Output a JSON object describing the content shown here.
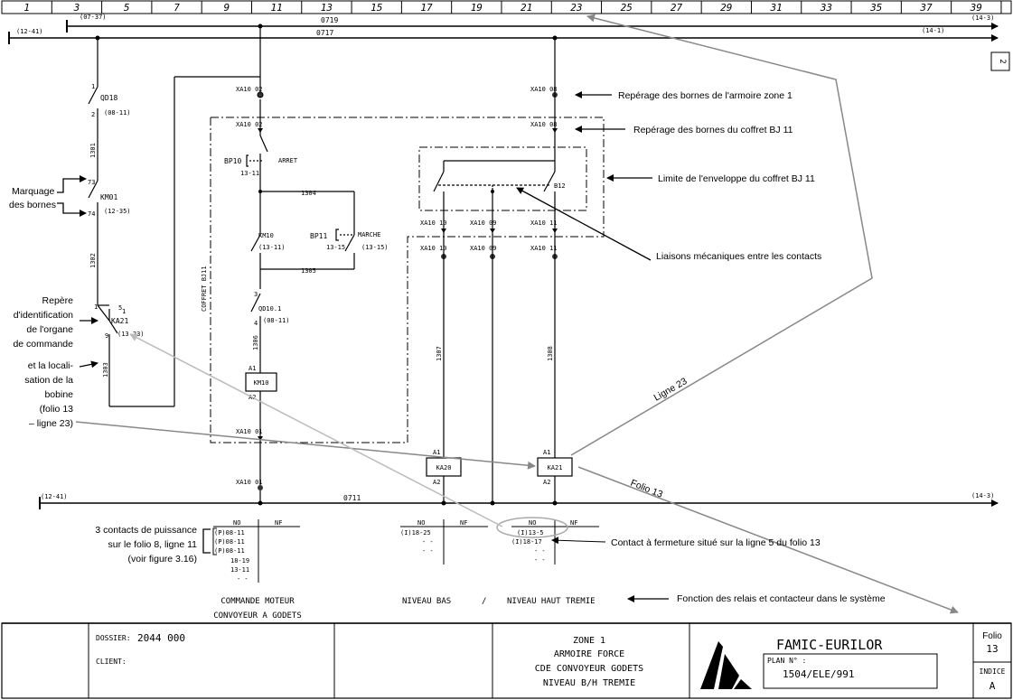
{
  "columns": [
    "1",
    "3",
    "5",
    "7",
    "9",
    "11",
    "13",
    "15",
    "17",
    "19",
    "21",
    "23",
    "25",
    "27",
    "29",
    "31",
    "33",
    "35",
    "37",
    "39"
  ],
  "side_tab": "2",
  "buses": {
    "b0719": {
      "label": "0719",
      "left": "(07-37)",
      "right": "(14-3)"
    },
    "b0717": {
      "label": "0717",
      "left": "(12-41)",
      "right": "(14-1)"
    },
    "b0711": {
      "label": "0711",
      "left": "(12-41)",
      "right": "(14-3)"
    }
  },
  "components": {
    "qd18": {
      "name": "QD18",
      "ref": "(08-11)",
      "t1": "1",
      "t2": "2"
    },
    "wire_1301": "1301",
    "km01": {
      "name": "KM01",
      "ref": "(12-35)",
      "t1": "73",
      "t2": "74"
    },
    "wire_1302": "1302",
    "ka21": {
      "name": "KA21",
      "ref": "(13-23)",
      "t1": "1",
      "t2": "5",
      "t3": "1",
      "t4": "9"
    },
    "wire_1303": "1303",
    "xa10_02_top": "XA10",
    "xa10_02_top_n": "02",
    "xa10_02_in": "XA10",
    "xa10_02_in_n": "02",
    "bp10": {
      "name": "BP10",
      "ref": "13-11",
      "label": "ARRET"
    },
    "wire_1304": "1304",
    "km10_contact": {
      "name": "KM10",
      "ref": "(13-11)"
    },
    "bp11": {
      "name": "BP11",
      "ref": "13-15",
      "label": "MARCHE",
      "ref2": "(13-15)"
    },
    "wire_1305": "1305",
    "qd10": {
      "name": "QD10.1",
      "ref": "(08-11)",
      "t1": "3",
      "t2": "4"
    },
    "wire_1306": "1306",
    "km10_coil": {
      "name": "KM10",
      "a1": "A1",
      "a2": "A2"
    },
    "coffret": "COFFRET BJ11",
    "xa10_01_in": "XA10",
    "xa10_01_in_n": "01",
    "xa10_01_out": "XA10",
    "xa10_01_out_n": "01",
    "xa10_08_top": "XA10",
    "xa10_08_top_n": "08",
    "xa10_08_in": "XA10",
    "xa10_08_in_n": "08",
    "b12": "B12",
    "xa10_10a": "XA10",
    "xa10_10a_n": "10",
    "xa10_09a": "XA10",
    "xa10_09a_n": "09",
    "xa10_11a": "XA10",
    "xa10_11a_n": "11",
    "xa10_10b": "XA10",
    "xa10_10b_n": "10",
    "xa10_09b": "XA10",
    "xa10_09b_n": "09",
    "xa10_11b": "XA10",
    "xa10_11b_n": "11",
    "wire_1307": "1307",
    "wire_1308": "1308",
    "ka20_coil": {
      "name": "KA20",
      "a1": "A1",
      "a2": "A2"
    },
    "ka21_coil": {
      "name": "KA21",
      "a1": "A1",
      "a2": "A2"
    }
  },
  "tables": {
    "km10": {
      "no": "NO",
      "nf": "NF",
      "rows": [
        "(P)08-11",
        "(P)08-11",
        "(P)08-11",
        "18-19",
        "13-11",
        "- -"
      ]
    },
    "ka20": {
      "no": "NO",
      "nf": "NF",
      "rows": [
        "(I)18-25",
        "- -",
        "- -"
      ]
    },
    "ka21": {
      "no": "NO",
      "nf": "NF",
      "rows": [
        "(I)13-5",
        "(I)18-17",
        "- -",
        "- -"
      ]
    }
  },
  "captions": {
    "cmd1": "COMMANDE MOTEUR",
    "cmd2": "CONVOYEUR A GODETS",
    "niv_bas": "NIVEAU BAS",
    "slash": "/",
    "niv_haut": "NIVEAU HAUT TREMIE"
  },
  "annotations": {
    "rep_armoire": "Repérage des bornes de l'armoire zone 1",
    "rep_coffret": "Repérage des bornes du coffret BJ 11",
    "limite": "Limite de l'enveloppe du coffret BJ 11",
    "liaisons": "Liaisons mécaniques entre les contacts",
    "marquage1": "Marquage",
    "marquage2": "des bornes",
    "repere": [
      "Repère",
      "d'identification",
      "de l'organe",
      "de commande"
    ],
    "localisation": [
      "et la locali-",
      "sation de la",
      "bobine",
      "(folio 13",
      "– ligne 23)"
    ],
    "trois_contacts": [
      "3 contacts de puissance",
      "sur le folio 8, ligne 11",
      "(voir figure 3.16)"
    ],
    "contact_fermeture": "Contact à fermeture situé sur la ligne 5 du folio 13",
    "fonction": "Fonction des relais et contacteur dans le système",
    "ligne23": "Ligne 23",
    "folio13": "Folio 13"
  },
  "title_block": {
    "dossier_label": "DOSSIER:",
    "dossier_value": "2044 000",
    "client_label": "CLIENT:",
    "zone": [
      "ZONE 1",
      "ARMOIRE FORCE",
      "CDE CONVOYEUR GODETS",
      "NIVEAU B/H TREMIE"
    ],
    "company": "FAMIC-EURILOR",
    "plan_label": "PLAN N° :",
    "plan_value": "1504/ELE/991",
    "folio_label": "Folio",
    "folio_value": "13",
    "indice_label": "INDICE",
    "indice_value": "A"
  }
}
